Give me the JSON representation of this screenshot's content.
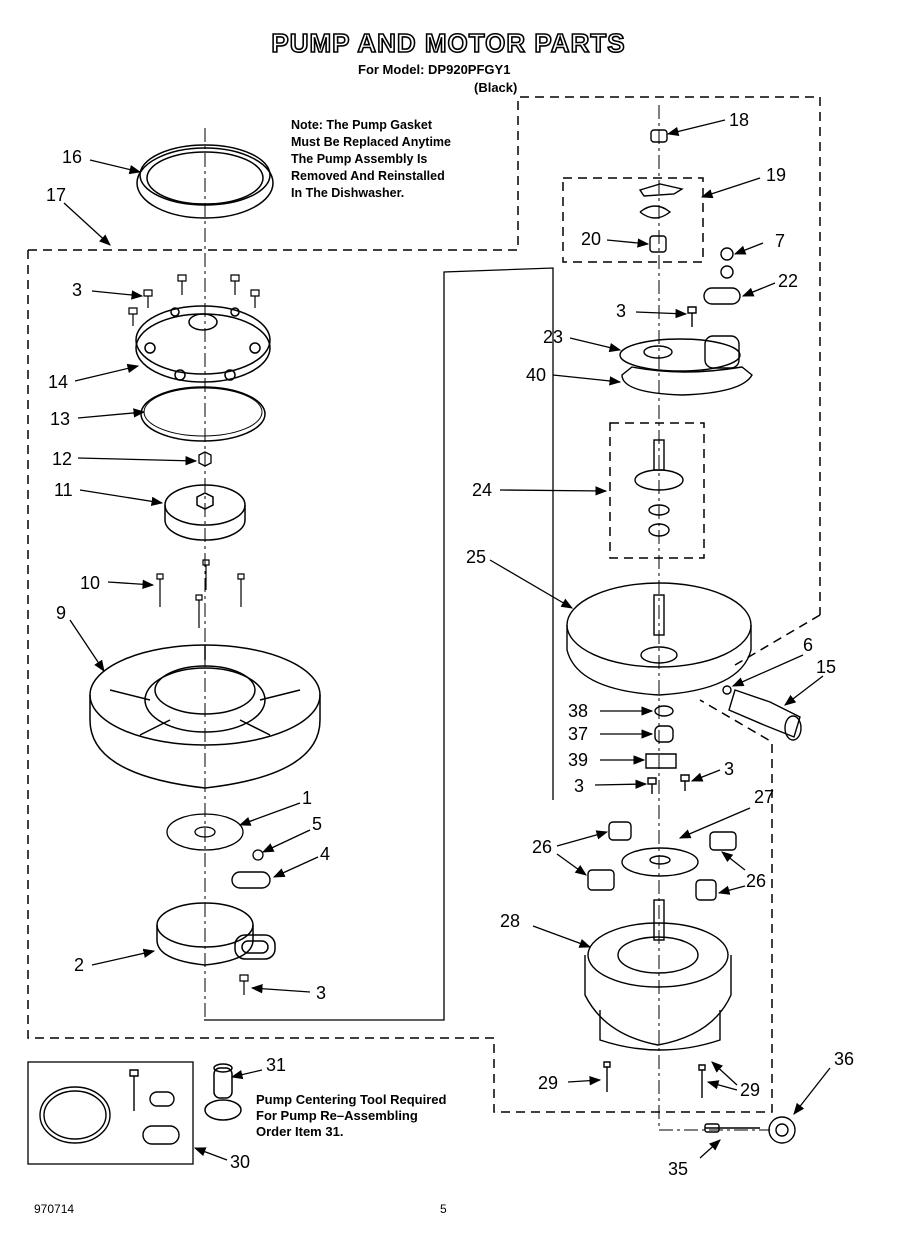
{
  "header": {
    "title": "PUMP AND MOTOR PARTS",
    "model_line": "For Model: DP920PFGY1",
    "color_line": "(Black)"
  },
  "note": {
    "lines": [
      "Note: The Pump Gasket",
      "Must Be Replaced Anytime",
      "The Pump Assembly Is",
      "Removed And Reinstalled",
      "In The Dishwasher."
    ]
  },
  "tool_note": {
    "lines": [
      "Pump Centering Tool Required",
      "For Pump Re–Assembling",
      "Order Item 31."
    ]
  },
  "footer": {
    "code": "970714",
    "page": "5"
  },
  "callouts": {
    "c16": "16",
    "c17": "17",
    "c3a": "3",
    "c14": "14",
    "c13": "13",
    "c12": "12",
    "c11": "11",
    "c10": "10",
    "c9": "9",
    "c1": "1",
    "c5": "5",
    "c4": "4",
    "c2": "2",
    "c3b": "3",
    "c31": "31",
    "c30": "30",
    "c18": "18",
    "c19": "19",
    "c20": "20",
    "c7": "7",
    "c22": "22",
    "c3c": "3",
    "c23": "23",
    "c40": "40",
    "c24": "24",
    "c25": "25",
    "c6": "6",
    "c15": "15",
    "c38": "38",
    "c37": "37",
    "c39": "39",
    "c3d": "3",
    "c3e": "3",
    "c27": "27",
    "c26a": "26",
    "c26b": "26",
    "c28": "28",
    "c29a": "29",
    "c29b": "29",
    "c36": "36",
    "c35": "35"
  }
}
